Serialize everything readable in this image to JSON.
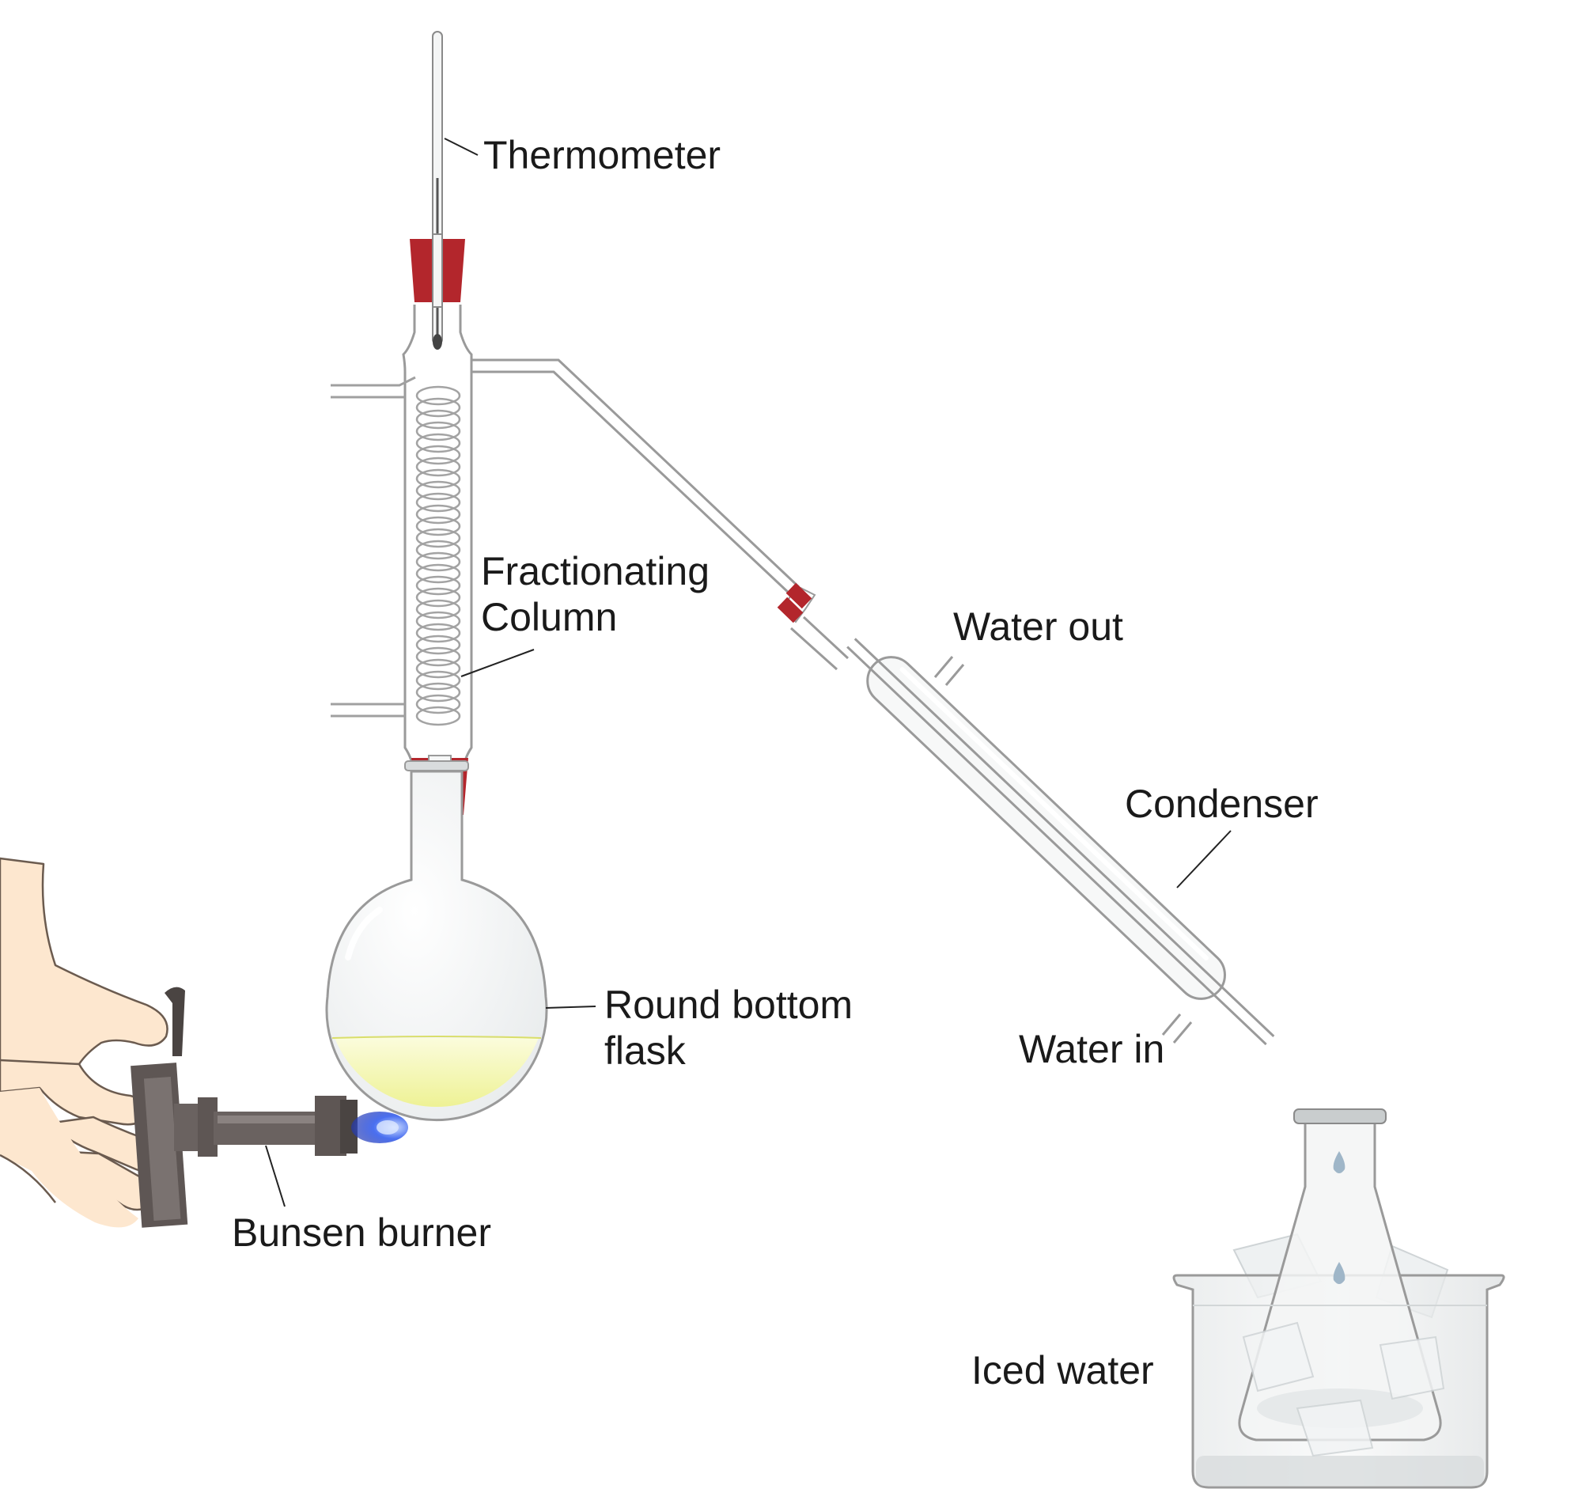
{
  "labels": {
    "thermometer": "Thermometer",
    "fractionating_column_line1": "Fractionating",
    "fractionating_column_line2": "Column",
    "water_out": "Water out",
    "condenser": "Condenser",
    "round_bottom_flask_line1": "Round bottom",
    "round_bottom_flask_line2": "flask",
    "water_in": "Water in",
    "bunsen_burner": "Bunsen burner",
    "iced_water": "Iced water"
  },
  "colors": {
    "glass_outline": "#9a9a9a",
    "stopper": "#b3262c",
    "liquid": "#f1f3a6",
    "burner": "#5e5654",
    "flame": "#3e5fe0",
    "skin": "#fde7cf",
    "leader_line": "#222222"
  }
}
